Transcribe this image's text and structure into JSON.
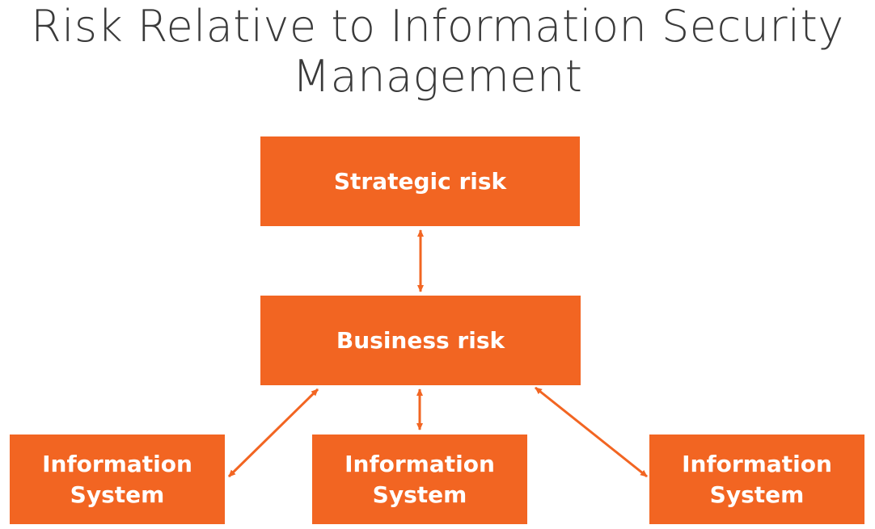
{
  "title": {
    "line1": "Risk Relative to Information Security",
    "line2": "Management"
  },
  "nodes": {
    "strategic": {
      "label": "Strategic risk"
    },
    "business": {
      "label": "Business risk"
    },
    "info_systems": [
      {
        "line1": "Information",
        "line2": "System"
      },
      {
        "line1": "Information",
        "line2": "System"
      },
      {
        "line1": "Information",
        "line2": "System"
      }
    ]
  },
  "colors": {
    "box_fill": "#f26522",
    "box_text": "#ffffff",
    "title_text": "#3a3a3a",
    "arrow": "#f26522"
  }
}
